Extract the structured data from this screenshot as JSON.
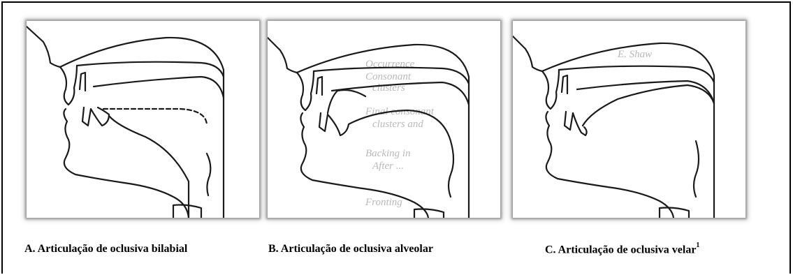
{
  "figure": {
    "panels": [
      {
        "caption": "A. Articulação de oclusiva bilabial",
        "closure": "bilabial"
      },
      {
        "caption": "B. Articulação de oclusiva alveolar",
        "closure": "alveolar",
        "bleed_text": [
          "Occurrence",
          "Consonant",
          "clusters",
          "Final consonant",
          "clusters and",
          "Backing in",
          "After ...",
          "Fronting"
        ]
      },
      {
        "caption": "C. Articulação de oclusiva velar",
        "caption_note": "1",
        "closure": "velar",
        "bleed_text": [
          "E. Shaw"
        ]
      }
    ]
  }
}
